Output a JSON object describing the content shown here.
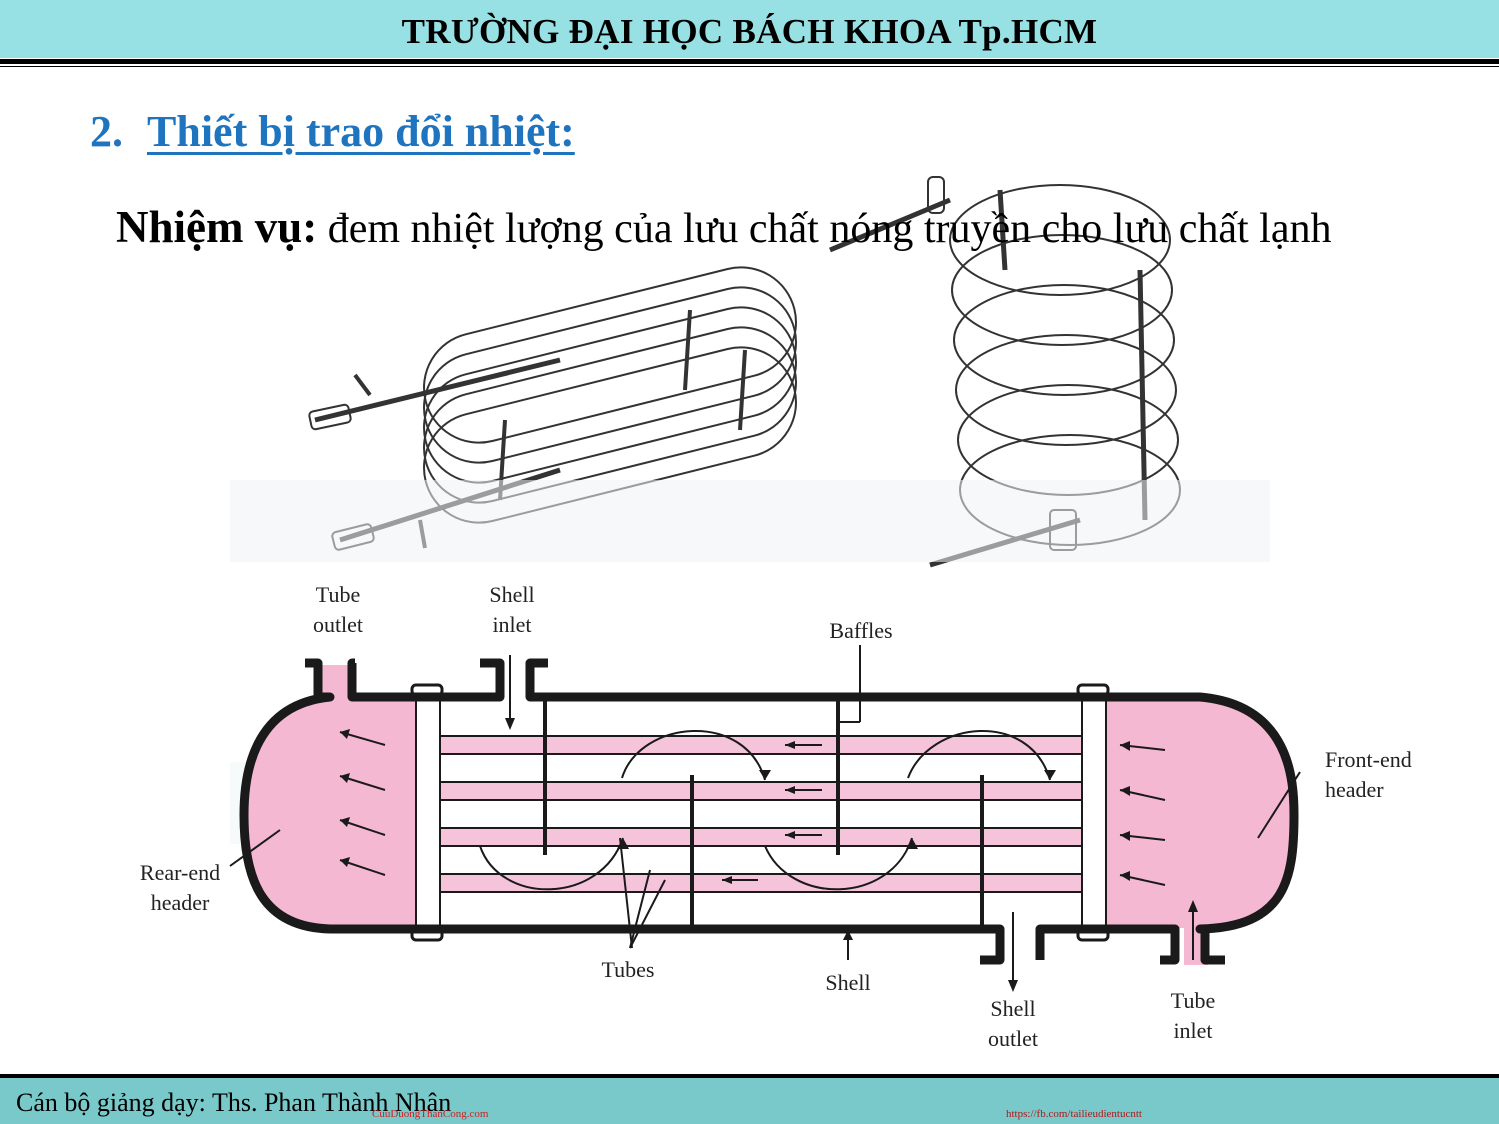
{
  "header": {
    "title": "TRƯỜNG ĐẠI HỌC BÁCH KHOA Tp.HCM"
  },
  "section": {
    "number": "2.",
    "title": "Thiết bị trao đổi nhiệt:"
  },
  "task": {
    "label": "Nhiệm vụ:",
    "text": " đem nhiệt lượng của lưu chất nóng truyền cho lưu chất lạnh"
  },
  "diagram": {
    "labels": {
      "tube_outlet_1": "Tube",
      "tube_outlet_2": "outlet",
      "shell_inlet_1": "Shell",
      "shell_inlet_2": "inlet",
      "baffles": "Baffles",
      "front_end_1": "Front-end",
      "front_end_2": "header",
      "rear_end_1": "Rear-end",
      "rear_end_2": "header",
      "tubes": "Tubes",
      "shell": "Shell",
      "shell_outlet_1": "Shell",
      "shell_outlet_2": "outlet",
      "tube_inlet_1": "Tube",
      "tube_inlet_2": "inlet"
    },
    "colors": {
      "header_fluid": "#f4b8d2",
      "outline": "#1a1a1a"
    }
  },
  "footer": {
    "lecturer": "Cán bộ giảng dạy: Ths. Phan Thành Nhân",
    "watermark": "CuuDuongThanCong.com",
    "link": "https://fb.com/tailieudientucntt"
  }
}
